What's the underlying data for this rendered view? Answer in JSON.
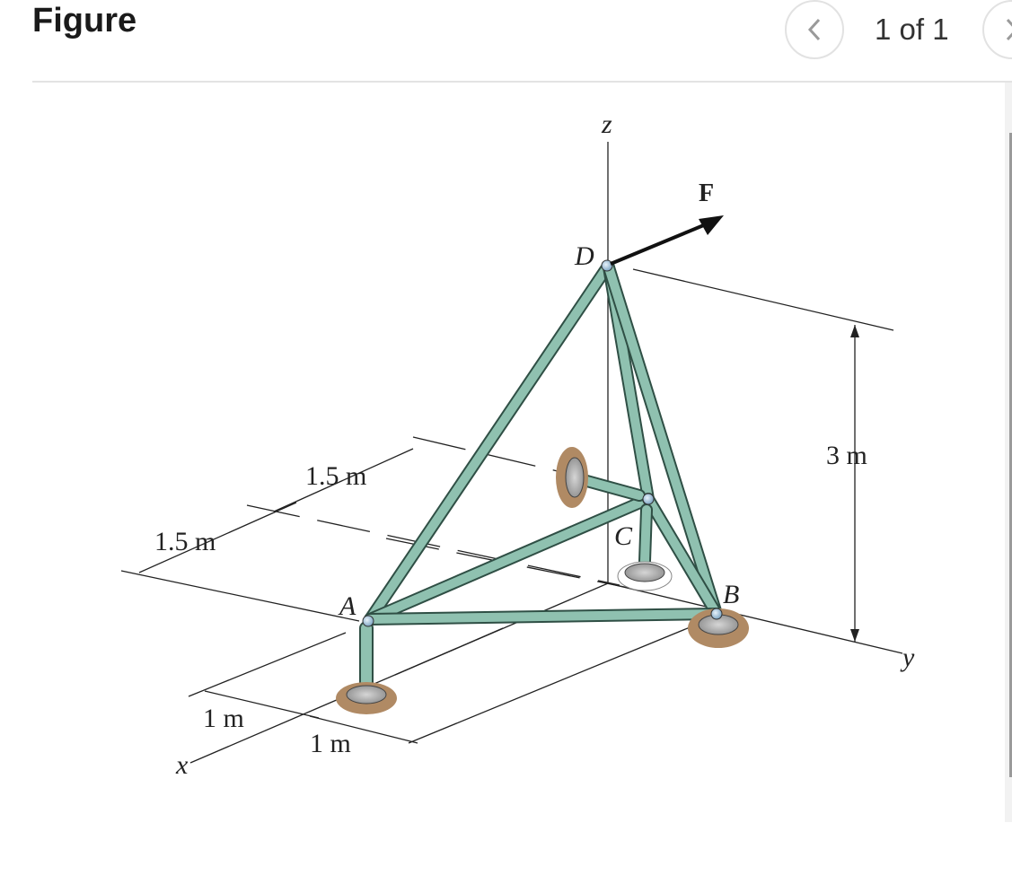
{
  "header": {
    "title": "Figure",
    "counter": "1 of 1",
    "prev_icon": "chevron-left-icon",
    "next_icon": "chevron-right-icon"
  },
  "figure": {
    "axes": {
      "x": "x",
      "y": "y",
      "z": "z"
    },
    "force_label": "F",
    "points": {
      "A": "A",
      "B": "B",
      "C": "C",
      "D": "D"
    },
    "dimensions": {
      "height": "3 m",
      "x_near": "1 m",
      "x_far": "1 m",
      "left_outer": "1.5 m",
      "left_inner": "1.5 m"
    },
    "colors": {
      "member": "#8fc1b0",
      "member_edge": "#2f4f45",
      "joint": "#a9c8e0",
      "support": "#b08a64"
    }
  }
}
